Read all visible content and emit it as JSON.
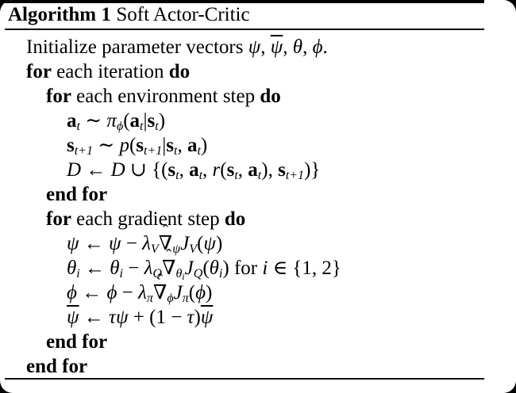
{
  "colors": {
    "text": "#000000",
    "background": "#ffffff",
    "frame_corners": "#000000",
    "rules": "#000000"
  },
  "algorithm": {
    "label": "Algorithm 1",
    "name": "Soft Actor-Critic",
    "lines": [
      {
        "indent": 0,
        "segments": [
          {
            "t": "Initialize parameter vectors ",
            "c": "rm"
          },
          {
            "t": "ψ",
            "c": "it"
          },
          {
            "t": ", ",
            "c": "rm"
          },
          {
            "t": "ψ",
            "c": "it ov"
          },
          {
            "t": ", ",
            "c": "rm"
          },
          {
            "t": "θ",
            "c": "it"
          },
          {
            "t": ", ",
            "c": "rm"
          },
          {
            "t": "ϕ",
            "c": "it"
          },
          {
            "t": ".",
            "c": "rm"
          }
        ]
      },
      {
        "indent": 0,
        "segments": [
          {
            "t": "for",
            "c": "bf"
          },
          {
            "t": " each iteration ",
            "c": "rm"
          },
          {
            "t": "do",
            "c": "bf"
          }
        ]
      },
      {
        "indent": 1,
        "segments": [
          {
            "t": "for",
            "c": "bf"
          },
          {
            "t": " each environment step ",
            "c": "rm"
          },
          {
            "t": "do",
            "c": "bf"
          }
        ]
      },
      {
        "indent": 2,
        "segments": [
          {
            "t": "a",
            "c": "bfm"
          },
          {
            "t": "t",
            "c": "sub"
          },
          {
            "t": " ∼ ",
            "c": "rm"
          },
          {
            "t": "π",
            "c": "it"
          },
          {
            "t": "ϕ",
            "c": "sub"
          },
          {
            "t": "(",
            "c": "rm"
          },
          {
            "t": "a",
            "c": "bfm"
          },
          {
            "t": "t",
            "c": "sub"
          },
          {
            "t": "|",
            "c": "rm"
          },
          {
            "t": "s",
            "c": "bfm"
          },
          {
            "t": "t",
            "c": "sub"
          },
          {
            "t": ")",
            "c": "rm"
          }
        ]
      },
      {
        "indent": 2,
        "segments": [
          {
            "t": "s",
            "c": "bfm"
          },
          {
            "t": "t+1",
            "c": "sub"
          },
          {
            "t": " ∼ ",
            "c": "rm"
          },
          {
            "t": "p",
            "c": "it"
          },
          {
            "t": "(",
            "c": "rm"
          },
          {
            "t": "s",
            "c": "bfm"
          },
          {
            "t": "t+1",
            "c": "sub"
          },
          {
            "t": "|",
            "c": "rm"
          },
          {
            "t": "s",
            "c": "bfm"
          },
          {
            "t": "t",
            "c": "sub"
          },
          {
            "t": ", ",
            "c": "rm"
          },
          {
            "t": "a",
            "c": "bfm"
          },
          {
            "t": "t",
            "c": "sub"
          },
          {
            "t": ")",
            "c": "rm"
          }
        ]
      },
      {
        "indent": 2,
        "segments": [
          {
            "t": "D",
            "c": "cal"
          },
          {
            "t": " ← ",
            "c": "rm"
          },
          {
            "t": "D",
            "c": "cal"
          },
          {
            "t": " ∪ {(",
            "c": "rm"
          },
          {
            "t": "s",
            "c": "bfm"
          },
          {
            "t": "t",
            "c": "sub"
          },
          {
            "t": ", ",
            "c": "rm"
          },
          {
            "t": "a",
            "c": "bfm"
          },
          {
            "t": "t",
            "c": "sub"
          },
          {
            "t": ", ",
            "c": "rm"
          },
          {
            "t": "r",
            "c": "it"
          },
          {
            "t": "(",
            "c": "rm"
          },
          {
            "t": "s",
            "c": "bfm"
          },
          {
            "t": "t",
            "c": "sub"
          },
          {
            "t": ", ",
            "c": "rm"
          },
          {
            "t": "a",
            "c": "bfm"
          },
          {
            "t": "t",
            "c": "sub"
          },
          {
            "t": "), ",
            "c": "rm"
          },
          {
            "t": "s",
            "c": "bfm"
          },
          {
            "t": "t+1",
            "c": "sub"
          },
          {
            "t": ")}",
            "c": "rm"
          }
        ]
      },
      {
        "indent": 1,
        "segments": [
          {
            "t": "end for",
            "c": "bf"
          }
        ]
      },
      {
        "indent": 1,
        "segments": [
          {
            "t": "for",
            "c": "bf"
          },
          {
            "t": " each gradient step ",
            "c": "rm"
          },
          {
            "t": "do",
            "c": "bf"
          }
        ]
      },
      {
        "indent": 2,
        "segments": [
          {
            "t": "ψ",
            "c": "it"
          },
          {
            "t": " ← ",
            "c": "rm"
          },
          {
            "t": "ψ",
            "c": "it"
          },
          {
            "t": " − ",
            "c": "rm"
          },
          {
            "t": "λ",
            "c": "it"
          },
          {
            "t": "V",
            "c": "sub"
          },
          {
            "t": "∇",
            "c": "rm",
            "h": "ˆ"
          },
          {
            "t": "ψ",
            "c": "sub"
          },
          {
            "t": "J",
            "c": "it"
          },
          {
            "t": "V",
            "c": "sub"
          },
          {
            "t": "(",
            "c": "rm"
          },
          {
            "t": "ψ",
            "c": "it"
          },
          {
            "t": ")",
            "c": "rm"
          }
        ]
      },
      {
        "indent": 2,
        "segments": [
          {
            "t": "θ",
            "c": "it"
          },
          {
            "t": "i",
            "c": "sub"
          },
          {
            "t": " ← ",
            "c": "rm"
          },
          {
            "t": "θ",
            "c": "it"
          },
          {
            "t": "i",
            "c": "sub"
          },
          {
            "t": " − ",
            "c": "rm"
          },
          {
            "t": "λ",
            "c": "it"
          },
          {
            "t": "Q",
            "c": "sub"
          },
          {
            "t": "∇",
            "c": "rm",
            "h": "ˆ"
          },
          {
            "t": "θ",
            "c": "sub"
          },
          {
            "t": "i",
            "c": "ssub"
          },
          {
            "t": "J",
            "c": "it"
          },
          {
            "t": "Q",
            "c": "sub"
          },
          {
            "t": "(",
            "c": "rm"
          },
          {
            "t": "θ",
            "c": "it"
          },
          {
            "t": "i",
            "c": "sub"
          },
          {
            "t": ")",
            "c": "rm"
          },
          {
            "t": " for ",
            "c": "rm"
          },
          {
            "t": "i",
            "c": "it"
          },
          {
            "t": " ∈ {1, 2}",
            "c": "rm"
          }
        ]
      },
      {
        "indent": 2,
        "segments": [
          {
            "t": "ϕ",
            "c": "it"
          },
          {
            "t": " ← ",
            "c": "rm"
          },
          {
            "t": "ϕ",
            "c": "it"
          },
          {
            "t": " − ",
            "c": "rm"
          },
          {
            "t": "λ",
            "c": "it"
          },
          {
            "t": "π",
            "c": "sub"
          },
          {
            "t": "∇",
            "c": "rm",
            "h": "ˆ"
          },
          {
            "t": "ϕ",
            "c": "sub"
          },
          {
            "t": "J",
            "c": "it"
          },
          {
            "t": "π",
            "c": "sub"
          },
          {
            "t": "(",
            "c": "rm"
          },
          {
            "t": "ϕ",
            "c": "it"
          },
          {
            "t": ")",
            "c": "rm"
          }
        ]
      },
      {
        "indent": 2,
        "segments": [
          {
            "t": "ψ",
            "c": "it ov"
          },
          {
            "t": " ← ",
            "c": "rm"
          },
          {
            "t": "τ",
            "c": "it"
          },
          {
            "t": "ψ",
            "c": "it"
          },
          {
            "t": " + (1 − ",
            "c": "rm"
          },
          {
            "t": "τ",
            "c": "it"
          },
          {
            "t": ")",
            "c": "rm"
          },
          {
            "t": "ψ",
            "c": "it ov"
          }
        ]
      },
      {
        "indent": 1,
        "segments": [
          {
            "t": "end for",
            "c": "bf"
          }
        ]
      },
      {
        "indent": 0,
        "segments": [
          {
            "t": "end for",
            "c": "bf"
          }
        ]
      }
    ]
  }
}
